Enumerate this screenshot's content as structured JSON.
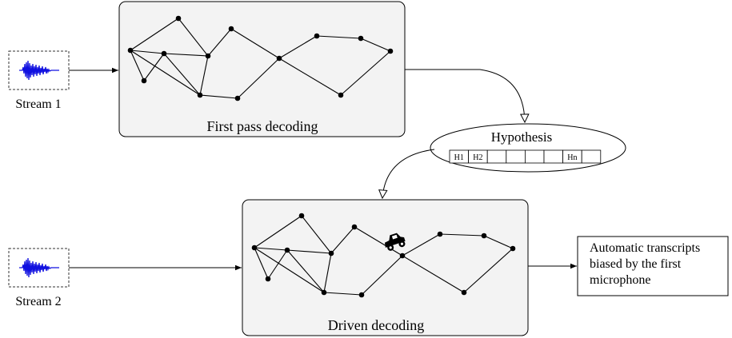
{
  "streams": [
    {
      "label": "Stream 1"
    },
    {
      "label": "Stream 2"
    }
  ],
  "first_pass": {
    "label": "First pass decoding"
  },
  "driven": {
    "label": "Driven decoding"
  },
  "hypothesis": {
    "label": "Hypothesis",
    "cells": [
      "H1",
      "H2",
      "",
      "",
      "",
      "",
      "Hn",
      ""
    ]
  },
  "output": {
    "text": "Automatic transcripts\nbiased by the first\nmicrophone"
  },
  "icons": {
    "stream": "waveform-icon",
    "vehicle": "vehicle-icon"
  },
  "colors": {
    "waveform": "#1010e0",
    "box_fill": "#f3f3f3",
    "stroke": "#000000"
  }
}
